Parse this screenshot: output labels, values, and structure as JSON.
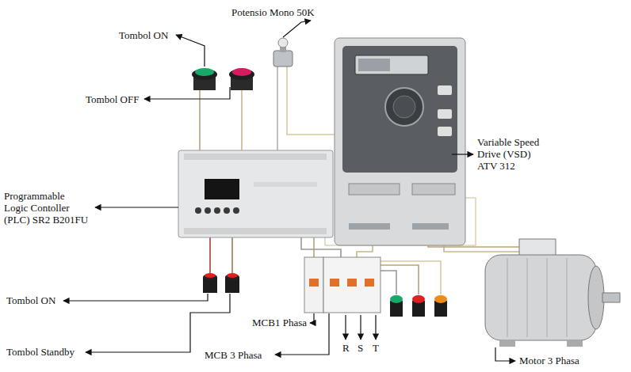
{
  "diagram": {
    "labels": [
      "Tombol ON",
      "Tombol OFF",
      "Potensio Mono 50K",
      "Variable Speed Drive (VSD) ATV 312",
      "Programmable Logic Contoller (PLC) SR2 B201FU",
      "Tombol ON",
      "Tombol Standby",
      "MCB1 Phasa",
      "MCB 3 Phasa",
      "R",
      "S",
      "T",
      "Motor 3 Phasa"
    ]
  }
}
